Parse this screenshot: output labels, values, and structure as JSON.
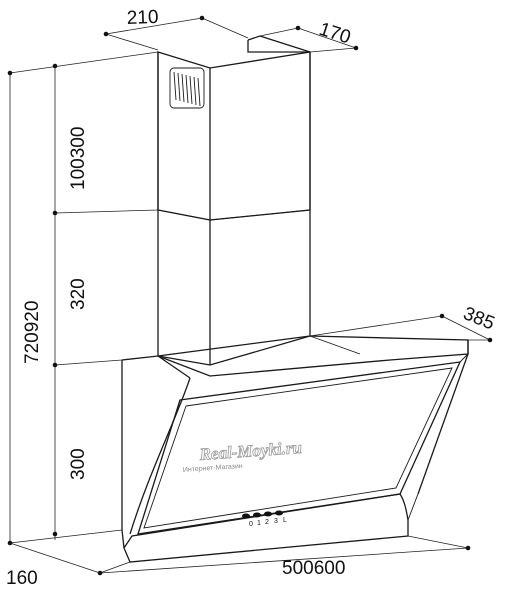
{
  "dimensions": {
    "chimney_width": "210",
    "chimney_depth": "170",
    "upper_chimney_height": "100300",
    "lower_chimney_height": "320",
    "total_height": "720920",
    "glass_height": "300",
    "hood_depth": "385",
    "hood_width": "500600",
    "base_depth": "160"
  },
  "controls": {
    "labels": [
      "0",
      "1",
      "2",
      "3",
      "L"
    ]
  },
  "watermark": {
    "brand": "Real-Moyki.ru",
    "tagline": "Интернет-Магазин"
  }
}
